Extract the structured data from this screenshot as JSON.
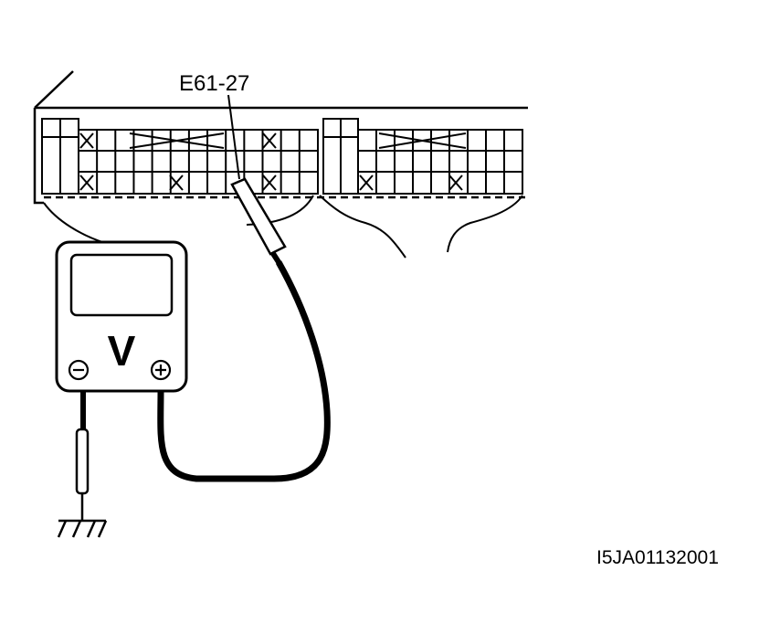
{
  "diagram": {
    "connector_label": "E61-27",
    "meter_symbol": "V",
    "negative_terminal_icon": "minus-circle-icon",
    "positive_terminal_icon": "plus-circle-icon",
    "ground_icon": "ground-icon",
    "figure_id": "I5JA01132001"
  }
}
